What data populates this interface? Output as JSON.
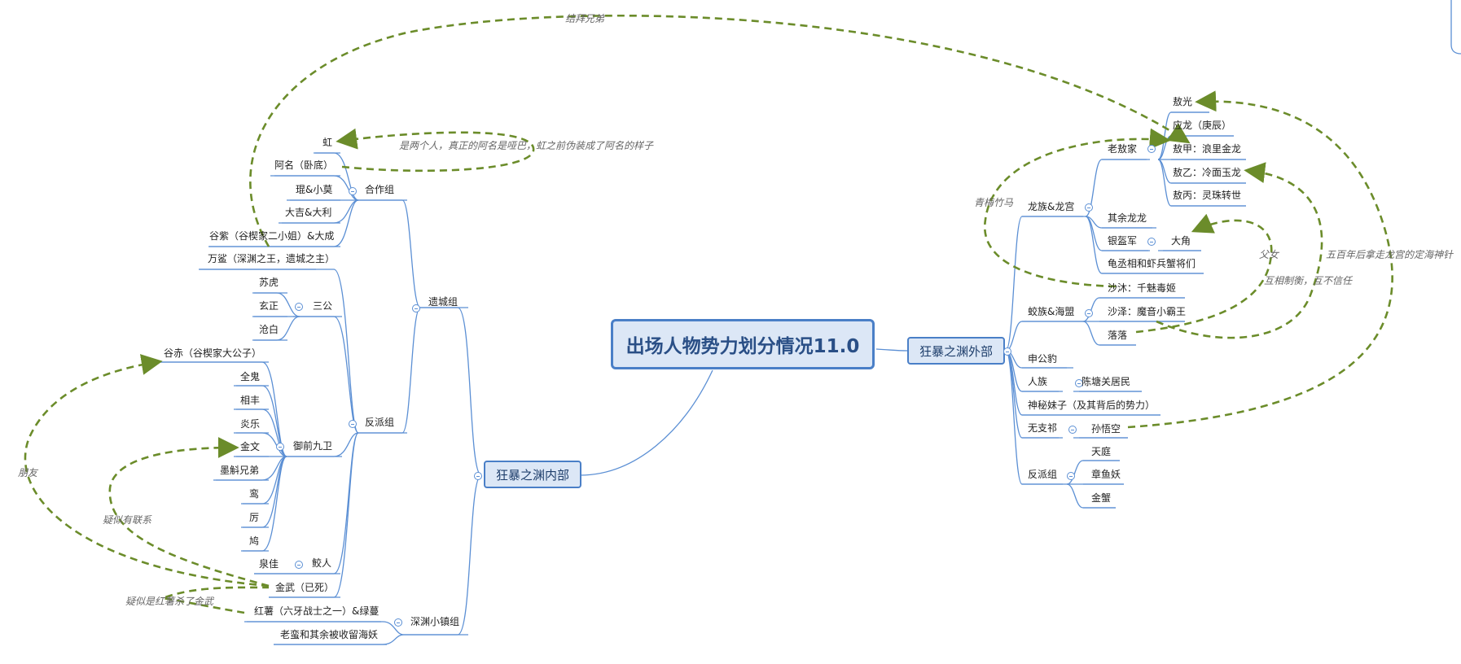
{
  "root": "出场人物势力划分情况11.0",
  "inner": "狂暴之渊内部",
  "outer": "狂暴之渊外部",
  "left": {
    "yicheng": "遗城组",
    "hezuo": "合作组",
    "fanpai": "反派组",
    "sangong": "三公",
    "yuqian": "御前九卫",
    "jiaoren": "鲛人",
    "shenyuan": "深渊小镇组",
    "nodes": {
      "hong": "虹",
      "aming": "阿名（卧底）",
      "kun": "琨&小莫",
      "daji": "大吉&大利",
      "guzi": "谷紫（谷楔家二小姐）&大成",
      "wansha": "万鲨（深渊之王，遗城之主）",
      "suhu": "苏虎",
      "xuanzheng": "玄正",
      "cangbai": "沧白",
      "guchi": "谷赤（谷楔家大公子）",
      "quangui": "全鬼",
      "xiangfeng": "相丰",
      "yanle": "炎乐",
      "jinwen": "金文",
      "moxie": "墨斛兄弟",
      "yu": "鸾",
      "li": "厉",
      "jiu": "鸠",
      "quanjia": "泉佳",
      "jinwu": "金武（已死）",
      "hongshu": "红薯（六牙战士之一）&绿蔓",
      "laoman": "老蛮和其余被收留海妖"
    }
  },
  "right": {
    "longzu": "龙族&龙宫",
    "jiaozu": "蛟族&海盟",
    "shengong": "申公豹",
    "renzu": "人族",
    "shenmi": "神秘妹子（及其背后的势力）",
    "wuzhiqi": "无支祁",
    "fanpai": "反派组",
    "nodes": {
      "laoao": "老敖家",
      "aoguang": "敖光",
      "yinglong": "应龙（庚辰）",
      "aojia": "敖甲：浪里金龙",
      "aoyi": "敖乙：冷面玉龙",
      "aobing": "敖丙：灵珠转世",
      "qiyu": "其余龙龙",
      "yinkuijun": "银盔军",
      "dajiao": "大角",
      "guicheng": "龟丞相和虾兵蟹将们",
      "shamu": "沙沐：千魅毒姬",
      "shaze": "沙泽：魔音小霸王",
      "luoluo": "落落",
      "chentang": "陈塘关居民",
      "sunwukong": "孙悟空",
      "tianting": "天庭",
      "zhangyu": "章鱼妖",
      "jinxie": "金蟹"
    }
  },
  "annotations": {
    "jiebai": "结拜兄弟",
    "liangge": "是两个人，真正的阿名是哑巴，虹之前伪装成了阿名的样子",
    "pengyou": "朋友",
    "yisi": "疑似有联系",
    "hongshusha": "疑似是红薯杀了金武",
    "qingmei": "青梅竹马",
    "funv": "父女",
    "huxiang": "互相制衡，互不信任",
    "wubai": "五百年后拿走龙宫的定海神针"
  },
  "colors": {
    "line": "#5b8fd4",
    "dash": "#6b8c2a",
    "rootFill": "#dce7f6"
  }
}
